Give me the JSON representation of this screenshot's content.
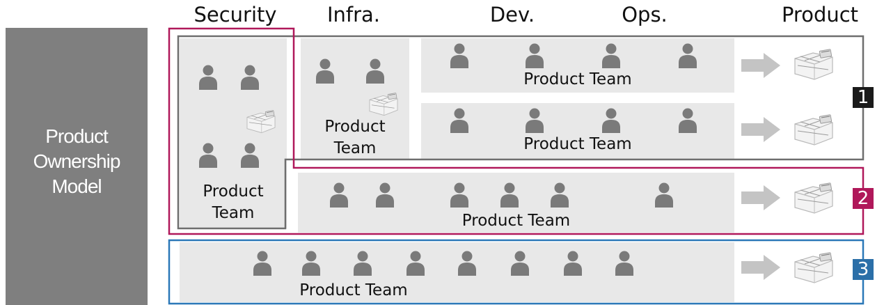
{
  "headers": {
    "security": "Security",
    "infra": "Infra.",
    "dev": "Dev.",
    "ops": "Ops.",
    "product": "Product"
  },
  "left_title": "Product\nOwnership\nModel",
  "teams": {
    "security": "Product\nTeam",
    "infra": "Product\nTeam",
    "devops_1": "Product Team",
    "devops_2": "Product Team",
    "model_2": "Product Team",
    "model_3": "Product Team"
  },
  "badges": [
    {
      "label": "1",
      "color": "#1a1a1a"
    },
    {
      "label": "2",
      "color": "#b0185a"
    },
    {
      "label": "3",
      "color": "#2b6fa8"
    }
  ],
  "colors": {
    "panel": "#e8e8e8",
    "frame_1": "#6e6e6e",
    "frame_2": "#b0185a",
    "frame_3": "#2b78b8",
    "person": "#7a7a7a",
    "arrow": "#c4c4c4"
  }
}
